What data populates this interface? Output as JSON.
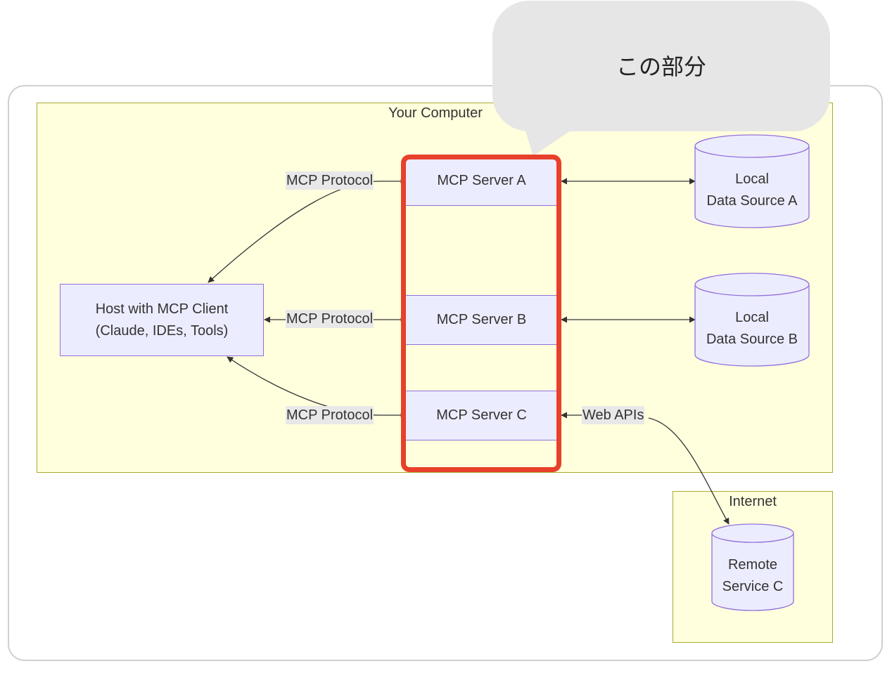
{
  "clusters": {
    "computer": {
      "title": "Your Computer"
    },
    "internet": {
      "title": "Internet"
    }
  },
  "nodes": {
    "host": {
      "label": "Host with MCP Client\n(Claude, IDEs, Tools)"
    },
    "server_a": {
      "label": "MCP Server A"
    },
    "server_b": {
      "label": "MCP Server B"
    },
    "server_c": {
      "label": "MCP Server C"
    },
    "local_a": {
      "label": "Local\nData Source A"
    },
    "local_b": {
      "label": "Local\nData Source B"
    },
    "remote_c": {
      "label": "Remote\nService C"
    }
  },
  "edges": {
    "protocol_a": "MCP Protocol",
    "protocol_b": "MCP Protocol",
    "protocol_c": "MCP Protocol",
    "web_apis": "Web APIs"
  },
  "callout": {
    "text": "この部分"
  },
  "colors": {
    "node_fill": "#ececff",
    "node_border": "#9370db",
    "cluster_fill": "#ffffde",
    "cluster_border": "#aaaa33",
    "highlight": "#e8402a",
    "callout_fill": "#e6e6e6"
  }
}
